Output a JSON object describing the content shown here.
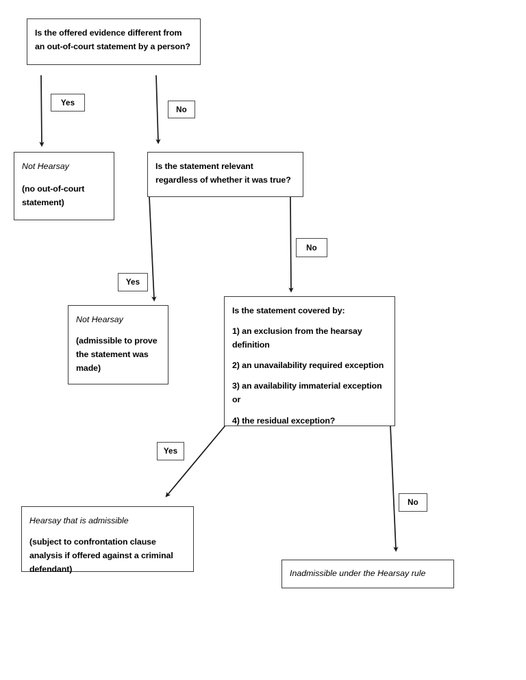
{
  "document": {
    "title": "Hearsay Analysis Flowchart",
    "line_color": "#1a1a1a",
    "box_border_color": "#3a3a3a",
    "background_color": "#ffffff"
  },
  "nodes": {
    "q1": {
      "name": "question-offered-evidence",
      "lines": [
        "Is the offered evidence different from an out-of-court statement by a person?"
      ]
    },
    "outcome_not_hearsay_1": {
      "name": "outcome-not-hearsay-no-statement",
      "heading": "Not Hearsay",
      "detail": "(no  out-of-court statement)"
    },
    "q2": {
      "name": "question-relevant-regardless",
      "lines": [
        "Is the statement relevant regardless of whether it was true?"
      ]
    },
    "outcome_not_hearsay_2": {
      "name": "outcome-not-hearsay-statement-made",
      "heading": "Not Hearsay",
      "detail": "(admissible to prove the statement was made)"
    },
    "q3": {
      "name": "question-covered-by-exception",
      "prompt": "Is the statement covered by:",
      "options": [
        "1) an exclusion from the hearsay definition",
        "2) an unavailability required exception",
        "3) an availability immaterial exception or",
        "4) the residual exception?"
      ]
    },
    "outcome_admissible": {
      "name": "outcome-hearsay-admissible",
      "heading": "Hearsay that is admissible",
      "detail": "(subject to confrontation clause analysis if offered against a criminal defendant)"
    },
    "outcome_inadmissible": {
      "name": "outcome-inadmissible",
      "heading": "Inadmissible under the Hearsay rule"
    }
  },
  "edge_labels": {
    "q1_yes": "Yes",
    "q1_no": "No",
    "q2_yes": "Yes",
    "q2_no": "No",
    "q3_yes": "Yes",
    "q3_no": "No"
  },
  "flow": {
    "edges": [
      {
        "from": "q1",
        "to": "outcome_not_hearsay_1",
        "label": "Yes"
      },
      {
        "from": "q1",
        "to": "q2",
        "label": "No"
      },
      {
        "from": "q2",
        "to": "outcome_not_hearsay_2",
        "label": "Yes"
      },
      {
        "from": "q2",
        "to": "q3",
        "label": "No"
      },
      {
        "from": "q3",
        "to": "outcome_admissible",
        "label": "Yes"
      },
      {
        "from": "q3",
        "to": "outcome_inadmissible",
        "label": "No"
      }
    ]
  }
}
